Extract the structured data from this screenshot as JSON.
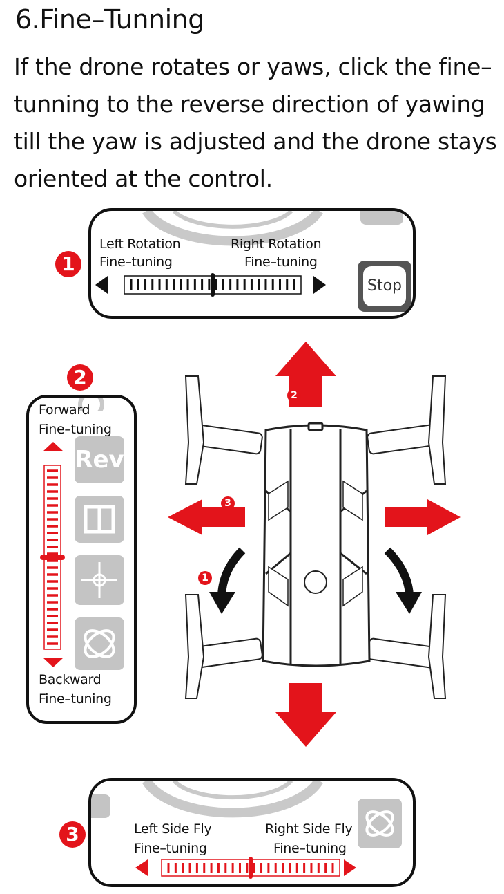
{
  "section": {
    "title": "6.Fine–Tunning",
    "paragraph": "If the drone rotates or yaws, click the fine–tunning to the reverse direction of yawing till the yaw is adjusted and the drone stays oriented at the control."
  },
  "panel1": {
    "marker": "1",
    "left_label_1": "Left Rotation",
    "left_label_2": "Fine–tuning",
    "right_label_1": "Right Rotation",
    "right_label_2": "Fine–tuning",
    "stop_button": "Stop",
    "trim_level": 0.5
  },
  "panel2": {
    "marker": "2",
    "top_label_1": "Forward",
    "top_label_2": "Fine–tuning",
    "bottom_label_1": "Backward",
    "bottom_label_2": "Fine–tuning",
    "rev_button": "Rev",
    "trim_level": 0.5
  },
  "panel3": {
    "marker": "3",
    "left_label_1": "Left Side Fly",
    "left_label_2": "Fine–tuning",
    "right_label_1": "Right Side Fly",
    "right_label_2": "Fine–tuning",
    "trim_level": 0.5
  },
  "diagram": {
    "marker_forward": "2",
    "marker_side": "3",
    "marker_rotate": "1",
    "accent_color": "#e3141b",
    "rotation_arrow_color": "#111111"
  }
}
